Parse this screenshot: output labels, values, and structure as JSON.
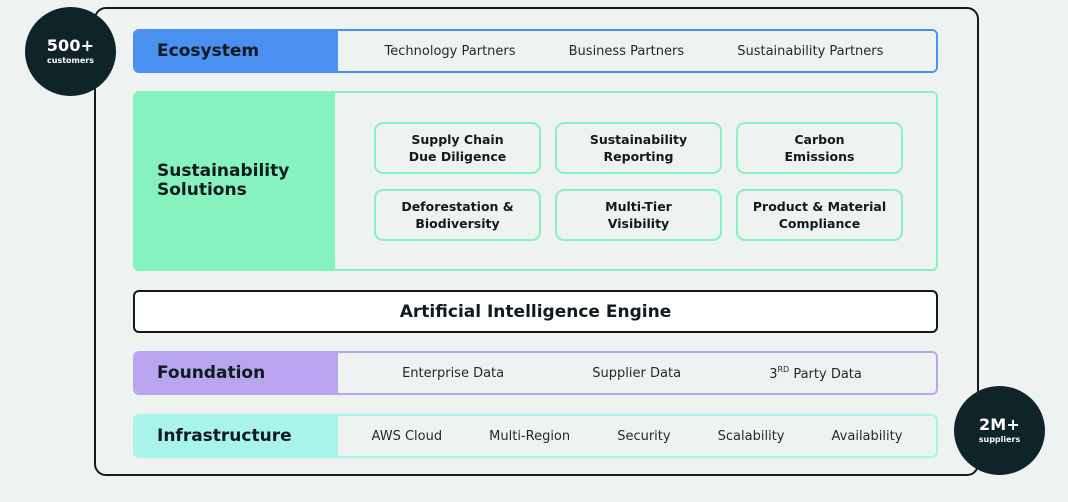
{
  "badges": {
    "top": {
      "number": "500+",
      "label": "customers"
    },
    "bottom": {
      "number": "2M+",
      "label": "suppliers"
    }
  },
  "ecosystem": {
    "title": "Ecosystem",
    "items": [
      "Technology Partners",
      "Business Partners",
      "Sustainability Partners"
    ]
  },
  "solutions": {
    "title": "Sustainability Solutions",
    "tiles": [
      "Supply Chain\nDue Diligence",
      "Sustainability\nReporting",
      "Carbon\nEmissions",
      "Deforestation &\nBiodiversity",
      "Multi-Tier\nVisibility",
      "Product & Material\nCompliance"
    ]
  },
  "ai_engine": {
    "title": "Artificial Intelligence Engine"
  },
  "foundation": {
    "title": "Foundation",
    "items": [
      "Enterprise Data",
      "Supplier Data"
    ],
    "third_party": {
      "prefix": "3",
      "superscript": "RD",
      "suffix": " Party Data"
    }
  },
  "infrastructure": {
    "title": "Infrastructure",
    "items": [
      "AWS Cloud",
      "Multi-Region",
      "Security",
      "Scalability",
      "Availability"
    ]
  },
  "colors": {
    "ecosystem": "#4a90f0",
    "solutions": "#86f2bd",
    "foundation": "#b9a4ef",
    "infrastructure": "#a8f4ea",
    "badge": "#0f2429"
  }
}
